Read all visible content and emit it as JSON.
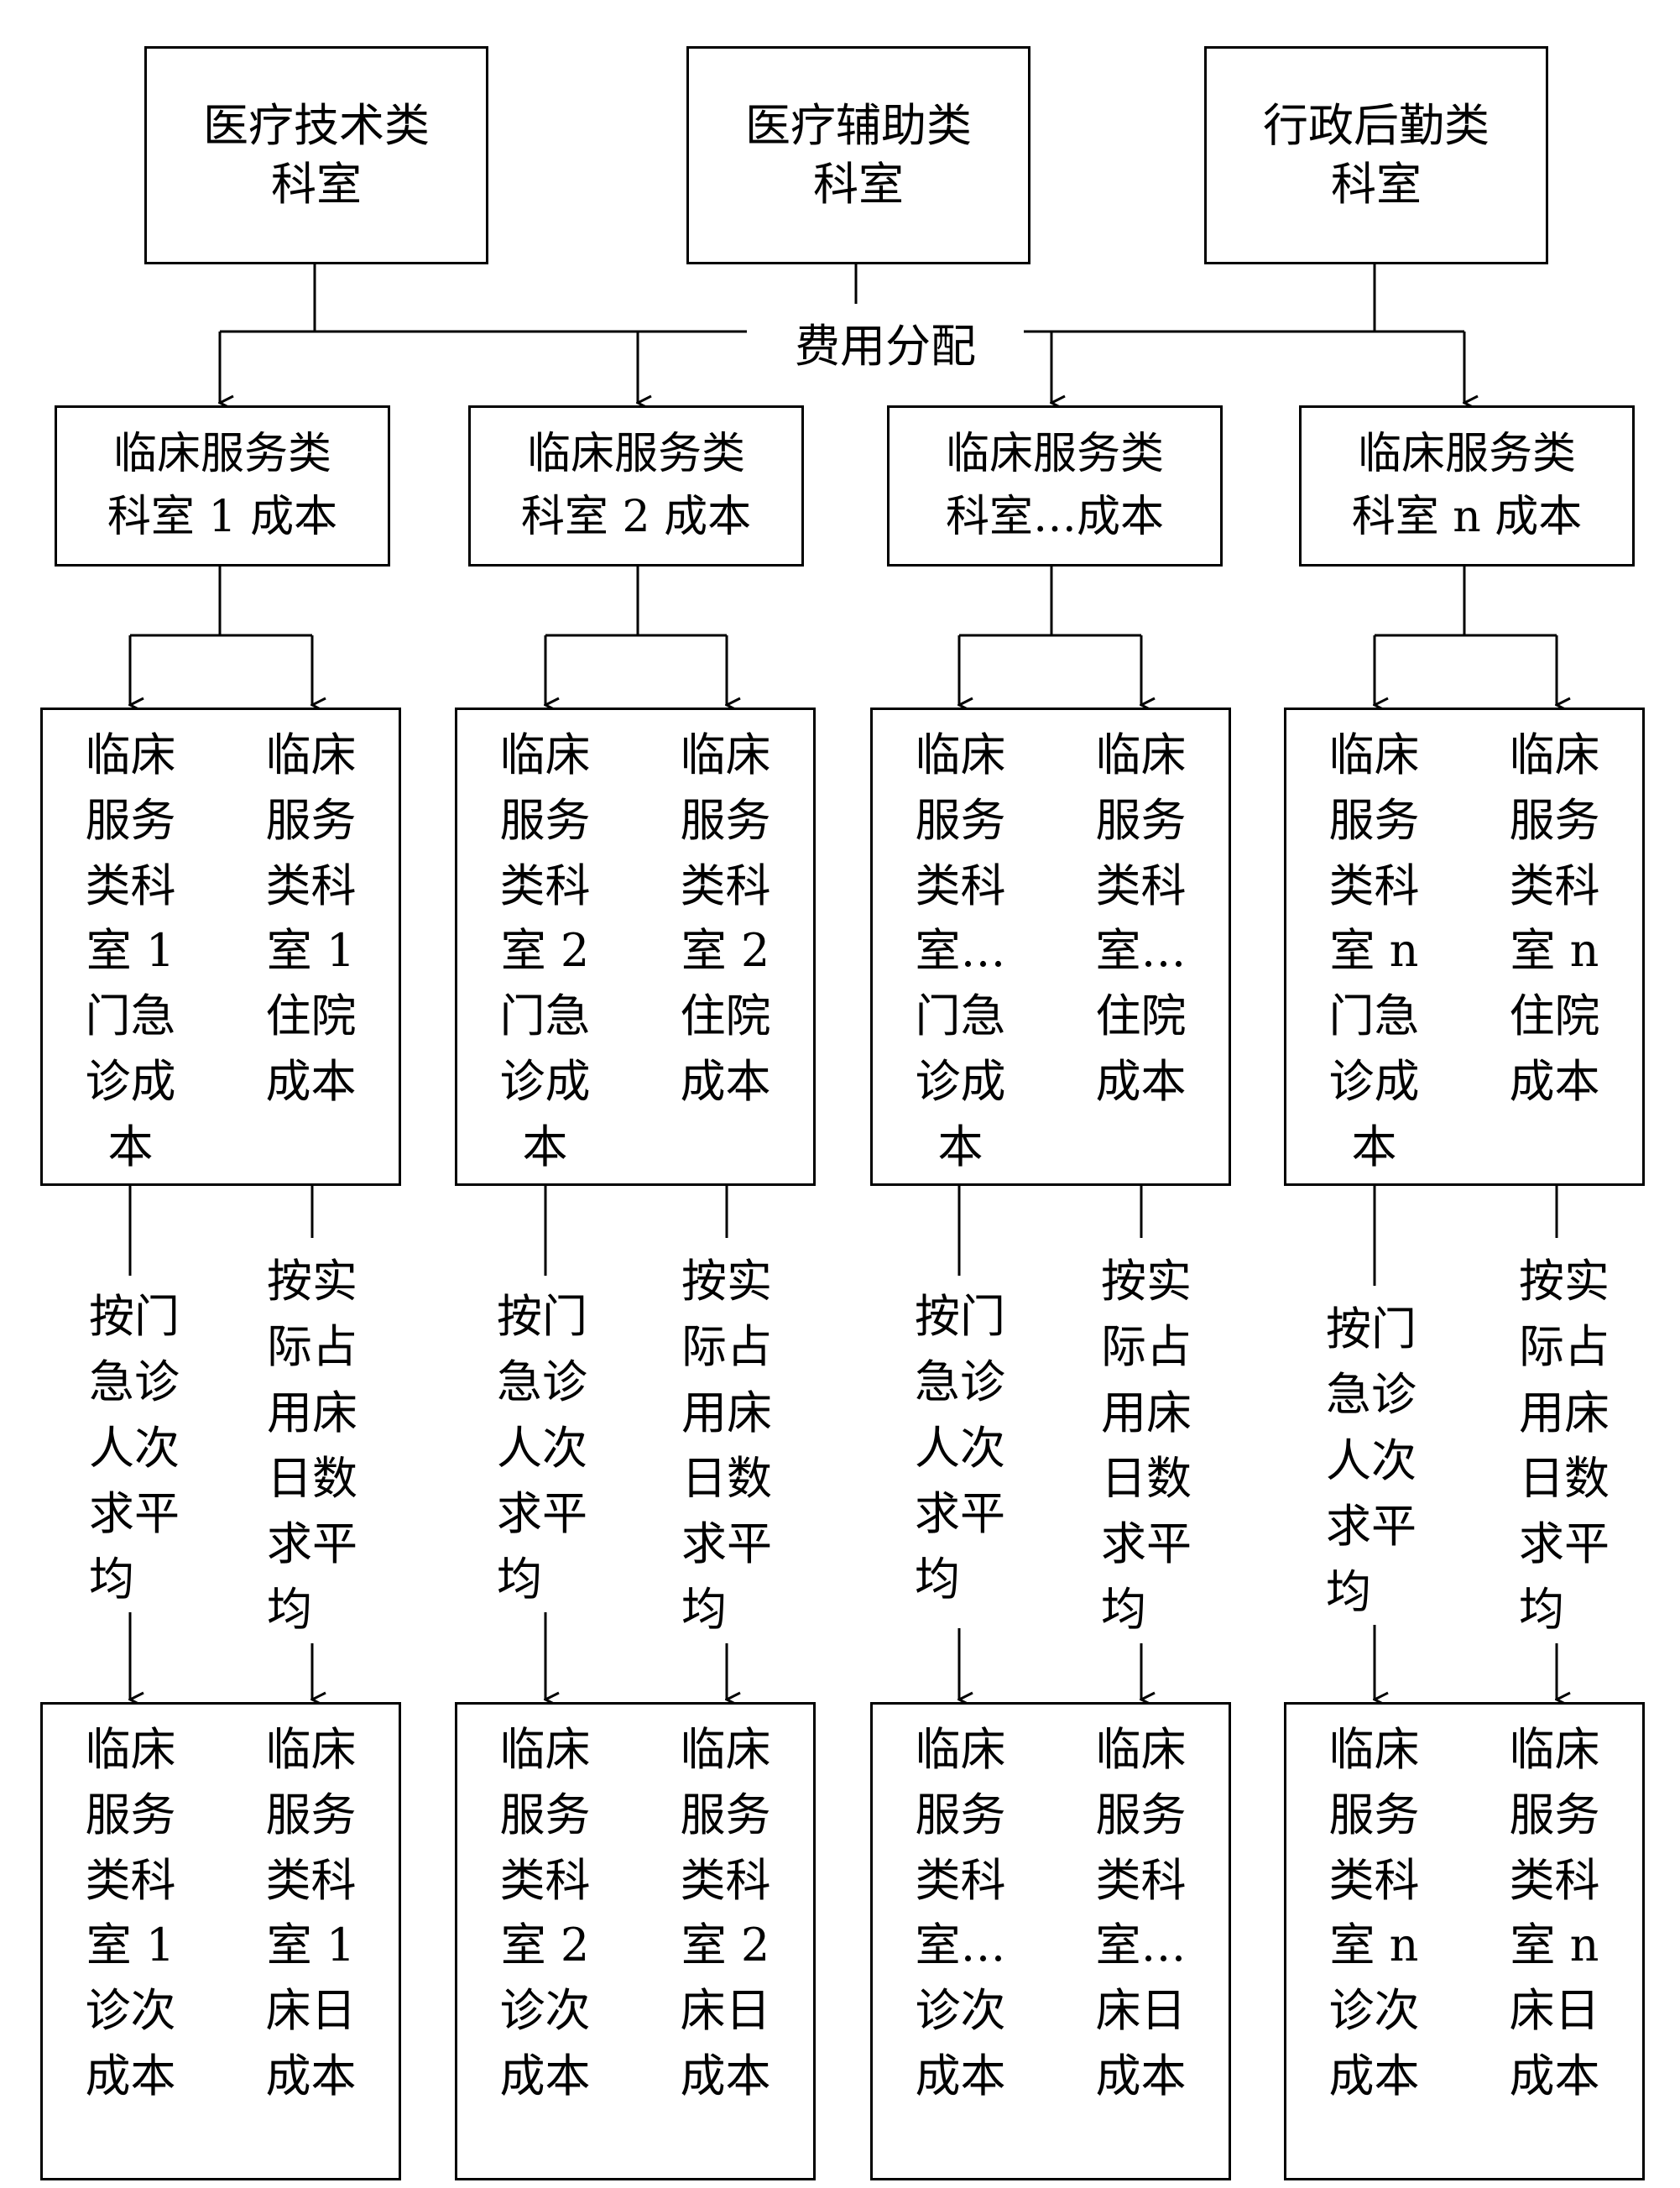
{
  "top_boxes": [
    {
      "text": "医疗技术类\n科室"
    },
    {
      "text": "医疗辅助类\n科室"
    },
    {
      "text": "行政后勤类\n科室"
    }
  ],
  "distribution_label": "费用分配",
  "clinical_departments": [
    {
      "cost_box": "临床服务类\n科室 1 成本",
      "outpatient_cost": "临床\n服务\n类科\n室 1\n门急\n诊成\n本",
      "inpatient_cost": "临床\n服务\n类科\n室 1\n住院\n成本",
      "outpatient_method": "按门\n急诊\n人次\n求平\n均",
      "inpatient_method": "按实\n际占\n用床\n日数\n求平\n均",
      "visit_cost": "临床\n服务\n类科\n室 1\n诊次\n成本",
      "bedday_cost": "临床\n服务\n类科\n室 1\n床日\n成本"
    },
    {
      "cost_box": "临床服务类\n科室 2 成本",
      "outpatient_cost": "临床\n服务\n类科\n室 2\n门急\n诊成\n本",
      "inpatient_cost": "临床\n服务\n类科\n室 2\n住院\n成本",
      "outpatient_method": "按门\n急诊\n人次\n求平\n均",
      "inpatient_method": "按实\n际占\n用床\n日数\n求平\n均",
      "visit_cost": "临床\n服务\n类科\n室 2\n诊次\n成本",
      "bedday_cost": "临床\n服务\n类科\n室 2\n床日\n成本"
    },
    {
      "cost_box": "临床服务类\n科室…成本",
      "outpatient_cost": "临床\n服务\n类科\n室…\n门急\n诊成\n本",
      "inpatient_cost": "临床\n服务\n类科\n室…\n住院\n成本",
      "outpatient_method": "按门\n急诊\n人次\n求平\n均",
      "inpatient_method": "按实\n际占\n用床\n日数\n求平\n均",
      "visit_cost": "临床\n服务\n类科\n室…\n诊次\n成本",
      "bedday_cost": "临床\n服务\n类科\n室…\n床日\n成本"
    },
    {
      "cost_box": "临床服务类\n科室 n 成本",
      "outpatient_cost": "临床\n服务\n类科\n室 n\n门急\n诊成\n本",
      "inpatient_cost": "临床\n服务\n类科\n室 n\n住院\n成本",
      "outpatient_method": "按门\n急诊\n人次\n求平\n均",
      "inpatient_method": "按实\n际占\n用床\n日数\n求平\n均",
      "visit_cost": "临床\n服务\n类科\n室 n\n诊次\n成本",
      "bedday_cost": "临床\n服务\n类科\n室 n\n床日\n成本"
    }
  ]
}
